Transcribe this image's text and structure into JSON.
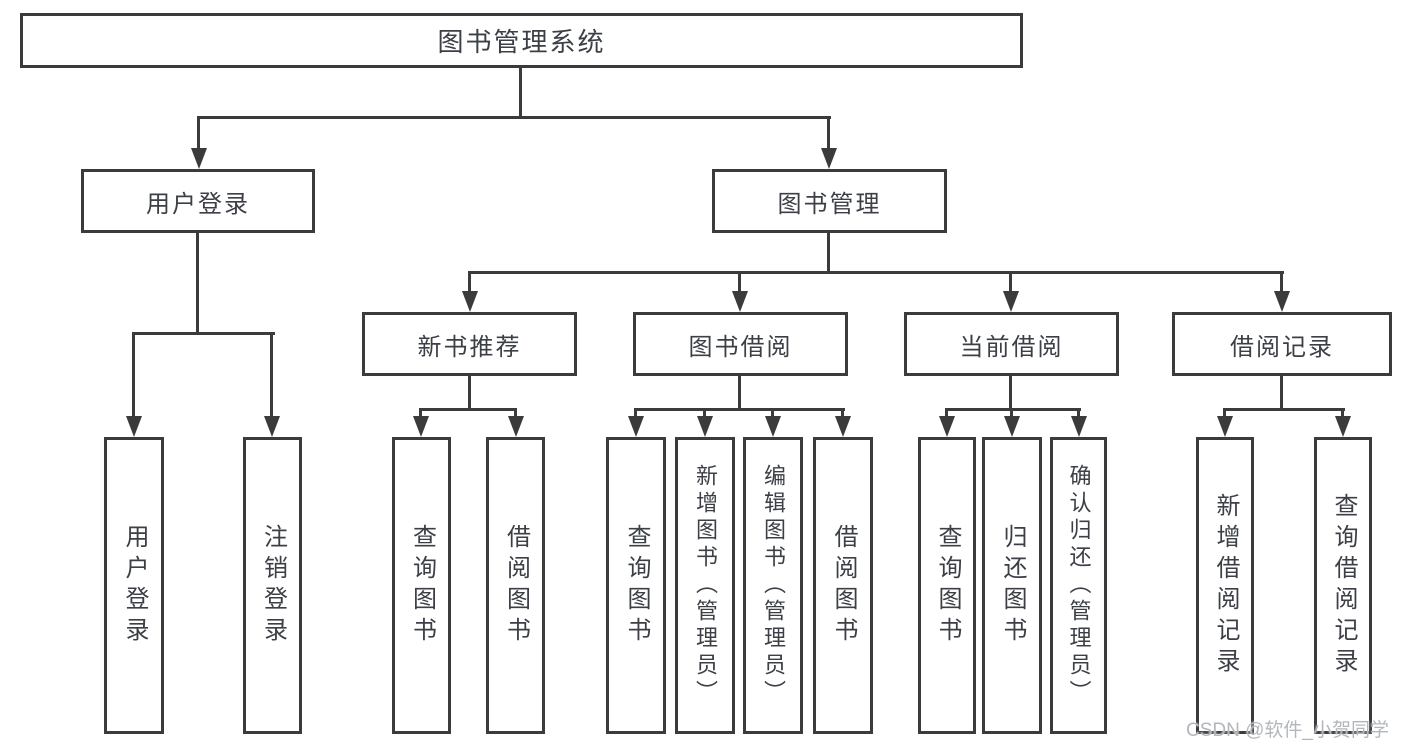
{
  "tree": {
    "label": "图书管理系统",
    "children": [
      {
        "label": "用户登录",
        "children": [
          {
            "label": "用户登录"
          },
          {
            "label": "注销登录"
          }
        ]
      },
      {
        "label": "图书管理",
        "children": [
          {
            "label": "新书推荐",
            "children": [
              {
                "label": "查询图书"
              },
              {
                "label": "借阅图书"
              }
            ]
          },
          {
            "label": "图书借阅",
            "children": [
              {
                "label": "查询图书"
              },
              {
                "label": "新增图书（管理员）"
              },
              {
                "label": "编辑图书（管理员）"
              },
              {
                "label": "借阅图书"
              }
            ]
          },
          {
            "label": "当前借阅",
            "children": [
              {
                "label": "查询图书"
              },
              {
                "label": "归还图书"
              },
              {
                "label": "确认归还（管理员）"
              }
            ]
          },
          {
            "label": "借阅记录",
            "children": [
              {
                "label": "新增借阅记录"
              },
              {
                "label": "查询借阅记录"
              }
            ]
          }
        ]
      }
    ]
  },
  "watermark": "CSDN @软件_小贺同学",
  "colors": {
    "line": "#3b3b3b",
    "box_border": "#3b3b3b",
    "text": "#3c4046",
    "background": "#ffffff",
    "watermark": "#b3b7bd"
  }
}
